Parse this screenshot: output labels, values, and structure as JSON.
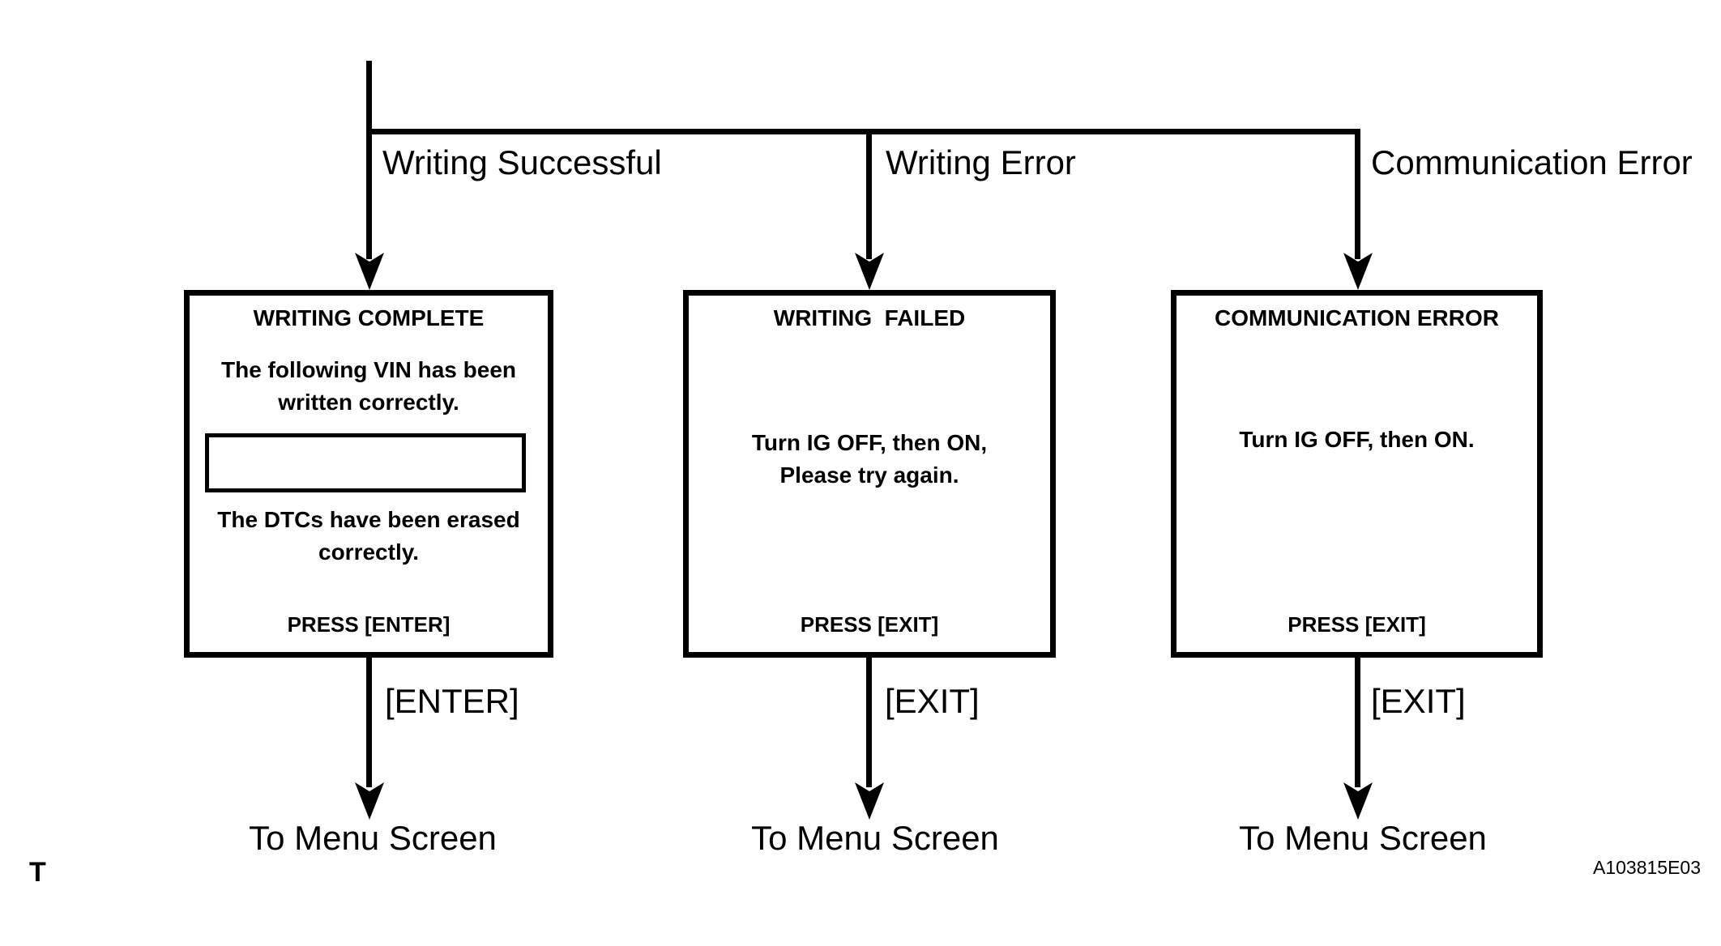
{
  "diagram": {
    "colors": {
      "line": "#000000",
      "background": "#ffffff"
    },
    "branches": [
      {
        "label": "Writing Successful",
        "key_label": "[ENTER]",
        "destination": "To Menu Screen",
        "box": {
          "title": "WRITING COMPLETE",
          "line1": "The following VIN has been\nwritten correctly.",
          "vin_field_value": "",
          "line2": "The DTCs have been erased\ncorrectly.",
          "press": "PRESS [ENTER]"
        }
      },
      {
        "label": "Writing Error",
        "key_label": "[EXIT]",
        "destination": "To Menu Screen",
        "box": {
          "title": "WRITING  FAILED",
          "body": "Turn IG OFF, then ON,\nPlease try again.",
          "press": "PRESS [EXIT]"
        }
      },
      {
        "label": "Communication Error",
        "key_label": "[EXIT]",
        "destination": "To Menu Screen",
        "box": {
          "title": "COMMUNICATION ERROR",
          "body": "Turn IG OFF, then ON.",
          "press": "PRESS [EXIT]"
        }
      }
    ],
    "footer": {
      "page_marker": "T",
      "figure_code": "A103815E03"
    }
  }
}
